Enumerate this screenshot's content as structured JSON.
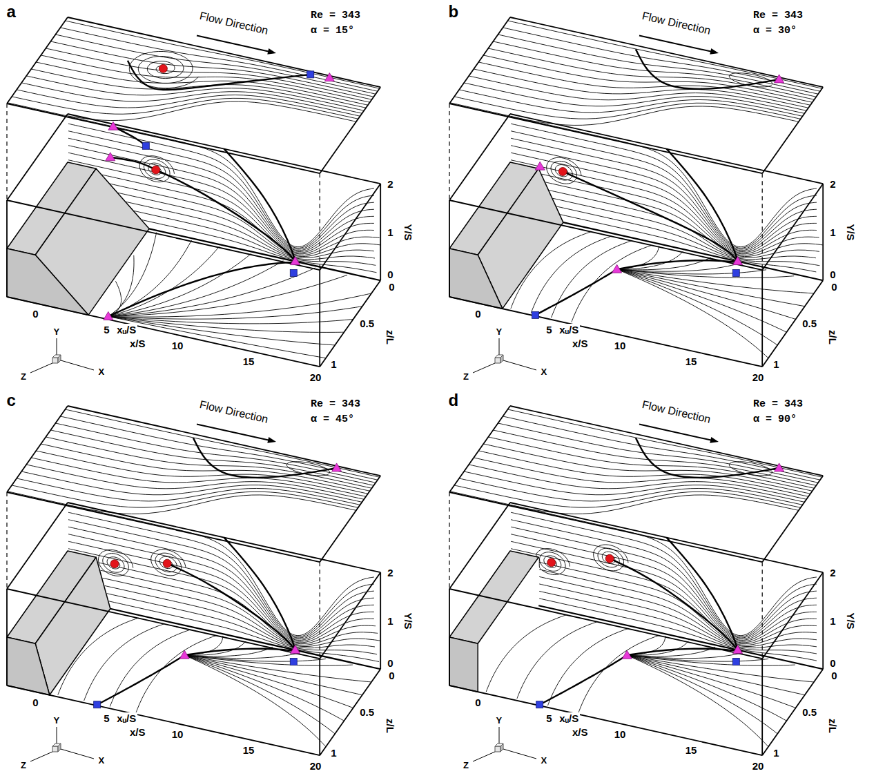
{
  "diagram": {
    "labels": [
      "a",
      "Flow Direction",
      "Re = 343",
      "α = 15°",
      "0",
      "5",
      "xᵤ/S",
      "x/S",
      "10",
      "15",
      "20",
      "2",
      "1",
      "0",
      "Y/S",
      "0",
      "0.5",
      "z/L",
      "1",
      "Y",
      "X",
      "Z",
      "b",
      "Flow Direction",
      "Re = 343",
      "α = 30°",
      "0",
      "5",
      "xᵤ/S",
      "x/S",
      "10",
      "15",
      "20",
      "2",
      "1",
      "0",
      "Y/S",
      "0",
      "0.5",
      "z/L",
      "1",
      "Y",
      "X",
      "Z",
      "c",
      "Flow Direction",
      "Re = 343",
      "α = 45°",
      "0",
      "5",
      "xᵤ/S",
      "x/S",
      "10",
      "15",
      "20",
      "2",
      "1",
      "0",
      "Y/S",
      "0",
      "0.5",
      "z/L",
      "1",
      "Y",
      "X",
      "Z",
      "d",
      "Flow Direction",
      "Re = 343",
      "α = 90°",
      "0",
      "5",
      "xᵤ/S",
      "x/S",
      "10",
      "15",
      "20",
      "2",
      "1",
      "0",
      "Y/S",
      "0",
      "0.5",
      "z/L",
      "1",
      "Y",
      "X",
      "Z"
    ]
  }
}
